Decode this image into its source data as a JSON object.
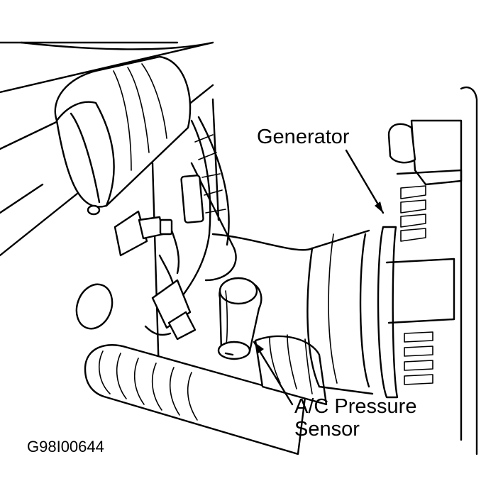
{
  "labels": {
    "generator": "Generator",
    "ac_pressure_sensor_line1": "A/C Pressure",
    "ac_pressure_sensor_line2": "Sensor",
    "figure_id": "G98I00644"
  }
}
